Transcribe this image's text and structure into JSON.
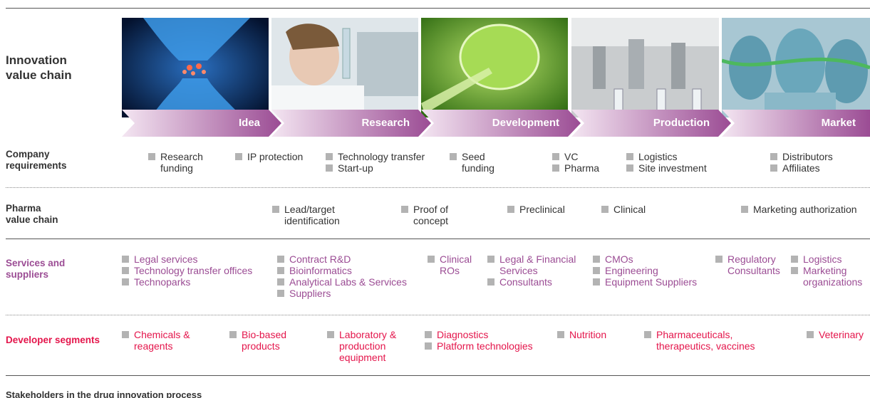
{
  "headings": {
    "innovation": [
      "Innovation",
      "value chain"
    ],
    "company": [
      "Company",
      "requirements"
    ],
    "pharma": [
      "Pharma",
      "value chain"
    ],
    "services": [
      "Services and",
      "suppliers"
    ],
    "developer": [
      "Developer segments"
    ]
  },
  "stages": [
    "Idea",
    "Research",
    "Development",
    "Production",
    "Market"
  ],
  "photos": [
    {
      "subject": "synapse-illustration"
    },
    {
      "subject": "scientist-with-test-tube"
    },
    {
      "subject": "petri-dish-pipette"
    },
    {
      "subject": "vial-production-line"
    },
    {
      "subject": "surgical-team"
    }
  ],
  "company_requirements": [
    {
      "lines": [
        "Research",
        "funding"
      ]
    },
    {
      "lines": [
        "IP protection"
      ]
    },
    {
      "lines": [
        "Technology transfer"
      ],
      "second": "Start-up"
    },
    {
      "lines": [
        "Seed",
        "funding"
      ]
    },
    {
      "lines": [
        "VC"
      ],
      "second": "Pharma"
    },
    {
      "lines": [
        "Logistics"
      ],
      "second": "Site investment"
    },
    {
      "lines": [
        "Distributors"
      ],
      "second": "Affiliates"
    }
  ],
  "pharma_value_chain": [
    {
      "lines": [
        "Lead/target",
        "identification"
      ]
    },
    {
      "lines": [
        "Proof of",
        "concept"
      ]
    },
    {
      "lines": [
        "Preclinical"
      ]
    },
    {
      "lines": [
        "Clinical"
      ]
    },
    {
      "lines": [
        "Marketing authorization"
      ]
    }
  ],
  "services_suppliers": {
    "col1": [
      "Legal services",
      "Technology transfer offices",
      "Technoparks"
    ],
    "col2": [
      "Contract R&D",
      "Bioinformatics",
      "Analytical Labs & Services",
      "Suppliers"
    ],
    "col3": [
      "Clinical",
      "ROs"
    ],
    "col4_a": [
      "Legal & Financial",
      "Services"
    ],
    "col4_b": "Consultants",
    "col5": [
      "CMOs",
      "Engineering",
      "Equipment Suppliers"
    ],
    "col6": [
      "Regulatory",
      "Consultants"
    ],
    "col7_a": "Logistics",
    "col7_b": [
      "Marketing",
      "organizations"
    ]
  },
  "developer_segments": [
    {
      "lines": [
        "Chemicals &",
        "reagents"
      ]
    },
    {
      "lines": [
        "Bio-based",
        "products"
      ]
    },
    {
      "lines": [
        "Laboratory &",
        "production",
        "equipment"
      ]
    },
    {
      "lines": [
        "Diagnostics"
      ],
      "second": "Platform technologies"
    },
    {
      "lines": [
        "Nutrition"
      ]
    },
    {
      "lines": [
        "Pharmaceuticals,",
        "therapeutics, vaccines"
      ]
    },
    {
      "lines": [
        "Veterinary"
      ]
    }
  ],
  "footer_title": "Stakeholders in the drug innovation process",
  "colors": {
    "bar_light": "#f4e6f2",
    "bar_dark": "#9b4c94",
    "services_text": "#9b4c94",
    "developer_text": "#e4154b",
    "bullet": "#b3b3b3"
  }
}
